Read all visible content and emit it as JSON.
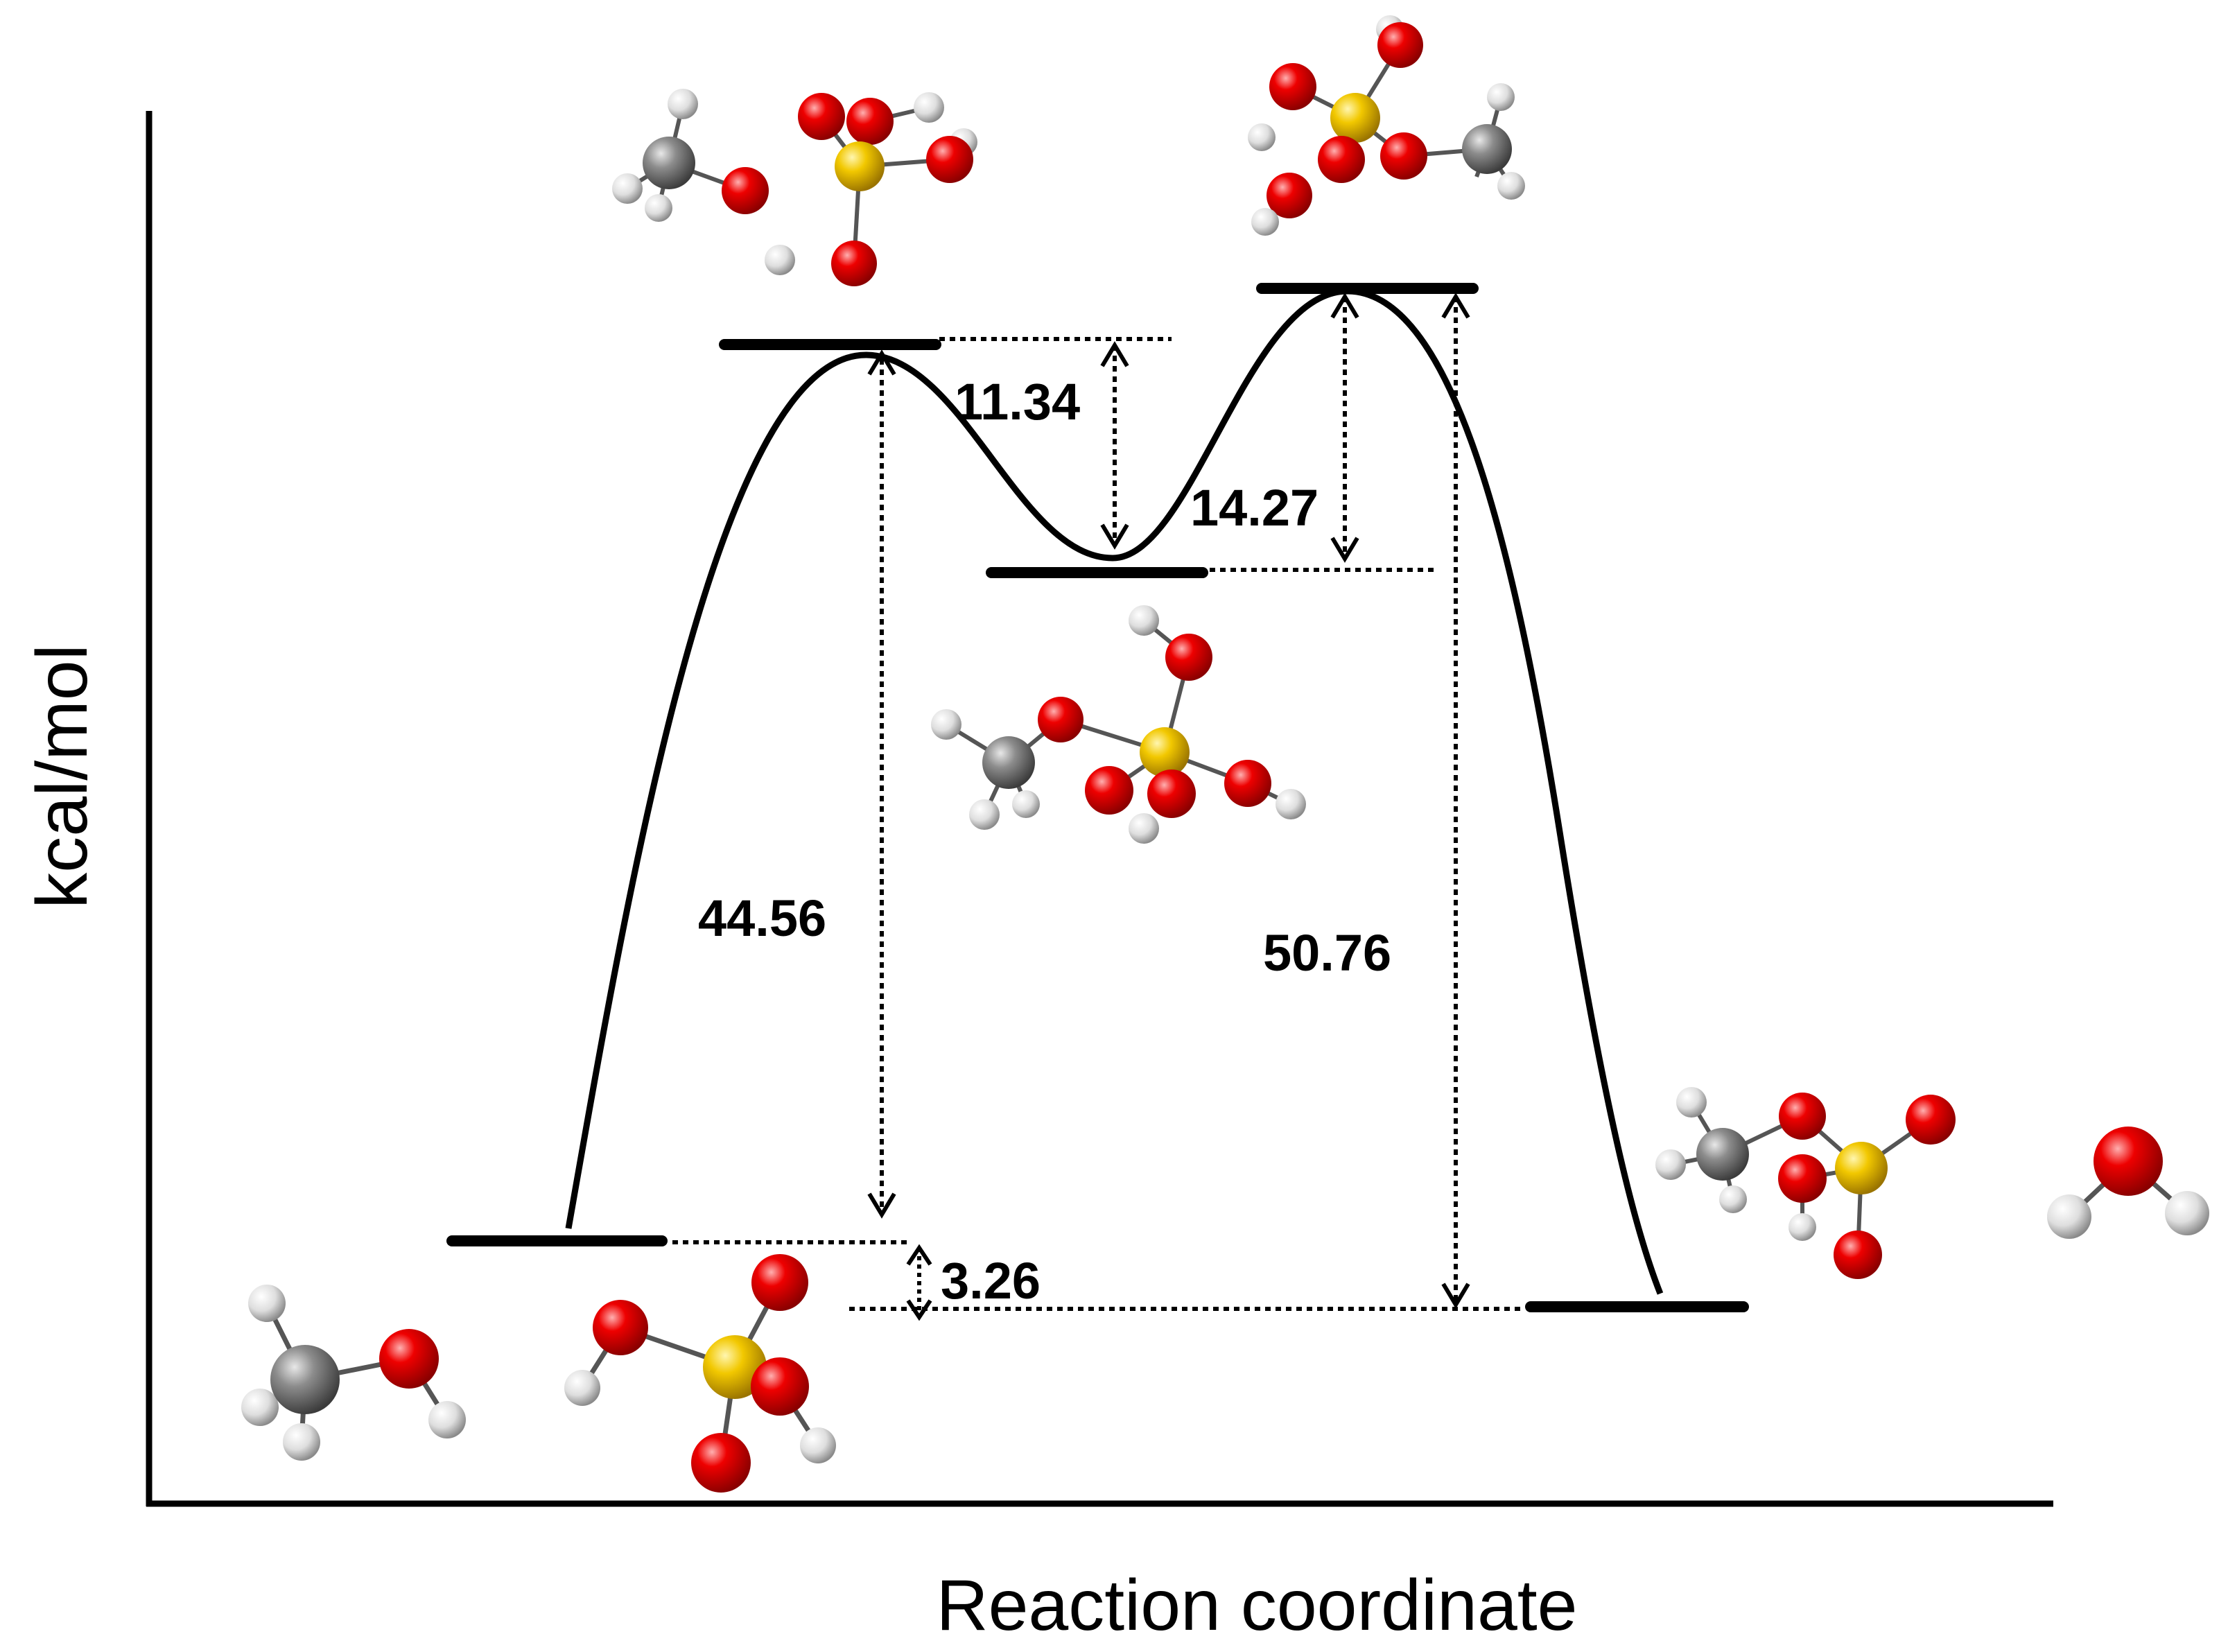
{
  "diagram": {
    "y_axis_label": "kcal/mol",
    "x_axis_label": "Reaction coordinate",
    "energy_labels": {
      "barrier_1": "44.56",
      "reverse_barrier_1": "11.34",
      "barrier_2": "14.27",
      "reverse_barrier_2": "50.76",
      "reaction_energy": "3.26"
    },
    "states": [
      "reactants",
      "transition-state-1",
      "intermediate",
      "transition-state-2",
      "products"
    ],
    "atom_colors": {
      "oxygen": "#e00000",
      "sulfur": "#f0c400",
      "carbon": "#8a8a8a",
      "hydrogen": "#e8e8e8"
    }
  }
}
